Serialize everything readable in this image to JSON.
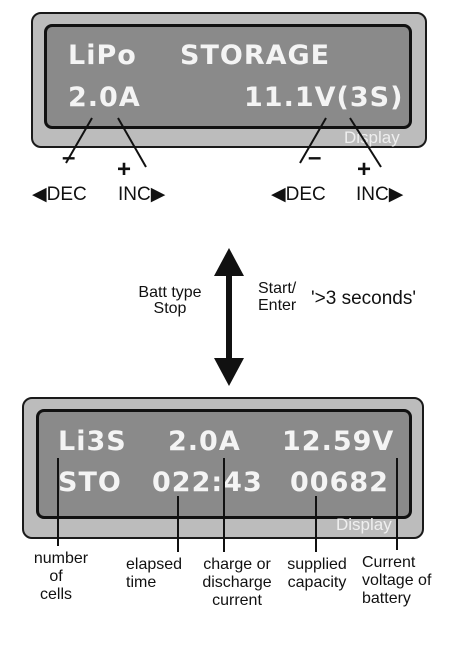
{
  "top_display": {
    "line1_left": "LiPo",
    "line1_right": "STORAGE",
    "line2_left": "2.0A",
    "line2_right": "11.1V(3S)",
    "label": "Display"
  },
  "keys": {
    "minus": "–",
    "plus": "+",
    "dec": "◀DEC",
    "inc": "INC▶"
  },
  "transition": {
    "left_label_1": "Batt type",
    "left_label_2": "Stop",
    "right_label_1": "Start/",
    "right_label_2": "Enter",
    "hold_note": "'>3 seconds'"
  },
  "bottom_display": {
    "line1_cells": "Li3S",
    "line1_current": "2.0A",
    "line1_voltage": "12.59V",
    "line2_mode": "STO",
    "line2_time": "022:43",
    "line2_capacity": "00682",
    "label": "Display"
  },
  "annotations": {
    "cells": [
      "number",
      "of",
      "cells"
    ],
    "time": [
      "elapsed",
      "time"
    ],
    "current": [
      "charge or",
      "discharge",
      "current"
    ],
    "capacity": [
      "supplied",
      "capacity"
    ],
    "voltage": [
      "Current",
      "voltage of",
      "battery"
    ]
  }
}
